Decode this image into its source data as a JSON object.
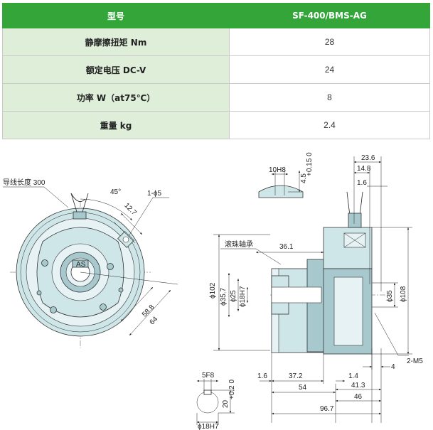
{
  "table": {
    "header": {
      "label": "型号",
      "value": "SF-400/BMS-AG"
    },
    "rows": [
      {
        "label": "静摩擦扭矩 Nm",
        "value": "28"
      },
      {
        "label": "额定电压 DC-V",
        "value": "24"
      },
      {
        "label": "功率 W（at75℃）",
        "value": "8"
      },
      {
        "label": "重量 kg",
        "value": "2.4"
      }
    ]
  },
  "drawing": {
    "front": {
      "lead_wire": "导线长度 300",
      "angle": "45°",
      "hole": "1-ϕ5",
      "dim_127": "12.7",
      "dim_588": "58.8",
      "dim_64": "64",
      "tag": "AS"
    },
    "side": {
      "bearing": "滚珠轴承",
      "dim_10h8": "10H8",
      "dim_45": "4.5",
      "tol_45": "+0.15 0",
      "dim_236": "23.6",
      "dim_148": "14.8",
      "dim_16top": "1.6",
      "dim_361": "36.1",
      "d102": "ϕ102",
      "d357": "ϕ35.7",
      "d25": "ϕ25",
      "d18": "ϕ18H7",
      "d35": "ϕ35",
      "d108": "ϕ108",
      "m5": "2-M5",
      "dim_4": "4",
      "dim_16": "1.6",
      "dim_372": "37.2",
      "dim_14": "1.4",
      "dim_54": "54",
      "dim_413": "41.3",
      "dim_46": "46",
      "dim_967": "96.7"
    },
    "keyway": {
      "width": "5F8",
      "depth": "20",
      "depth_tol": "+0.2 0",
      "bore": "ϕ18H7"
    }
  }
}
